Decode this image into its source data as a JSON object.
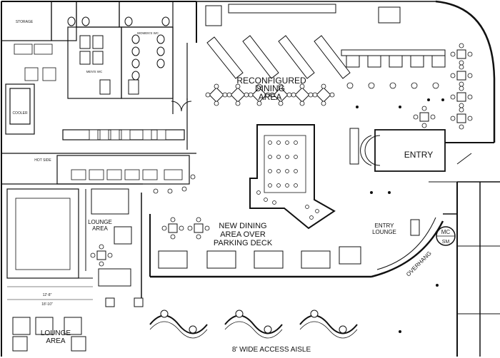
{
  "labels": {
    "reconfigured_dining_l1": "RECONFIGURED",
    "reconfigured_dining_l2": "DINING",
    "reconfigured_dining_l3": "AREA",
    "entry": "ENTRY",
    "new_dining_l1": "NEW DINING",
    "new_dining_l2": "AREA OVER",
    "new_dining_l3": "PARKING DECK",
    "entry_lounge_l1": "ENTRY",
    "entry_lounge_l2": "LOUNGE",
    "lounge_area_mid_l1": "LOUNGE",
    "lounge_area_mid_l2": "AREA",
    "lounge_area_low_l1": "LOUNGE",
    "lounge_area_low_l2": "AREA",
    "overhang": "OVERHANG",
    "access_aisle": "8' WIDE ACCESS AISLE",
    "mc_l1": "MC",
    "mc_l2": "SM",
    "cooler": "COOLER",
    "storage": "STORAGE",
    "women_wc": "WOMEN'S WC",
    "men_wc": "MEN'S WC",
    "hot_side": "HOT SIDE",
    "dim_12_8": "12'-8\"",
    "dim_18_10": "18'-10\""
  }
}
